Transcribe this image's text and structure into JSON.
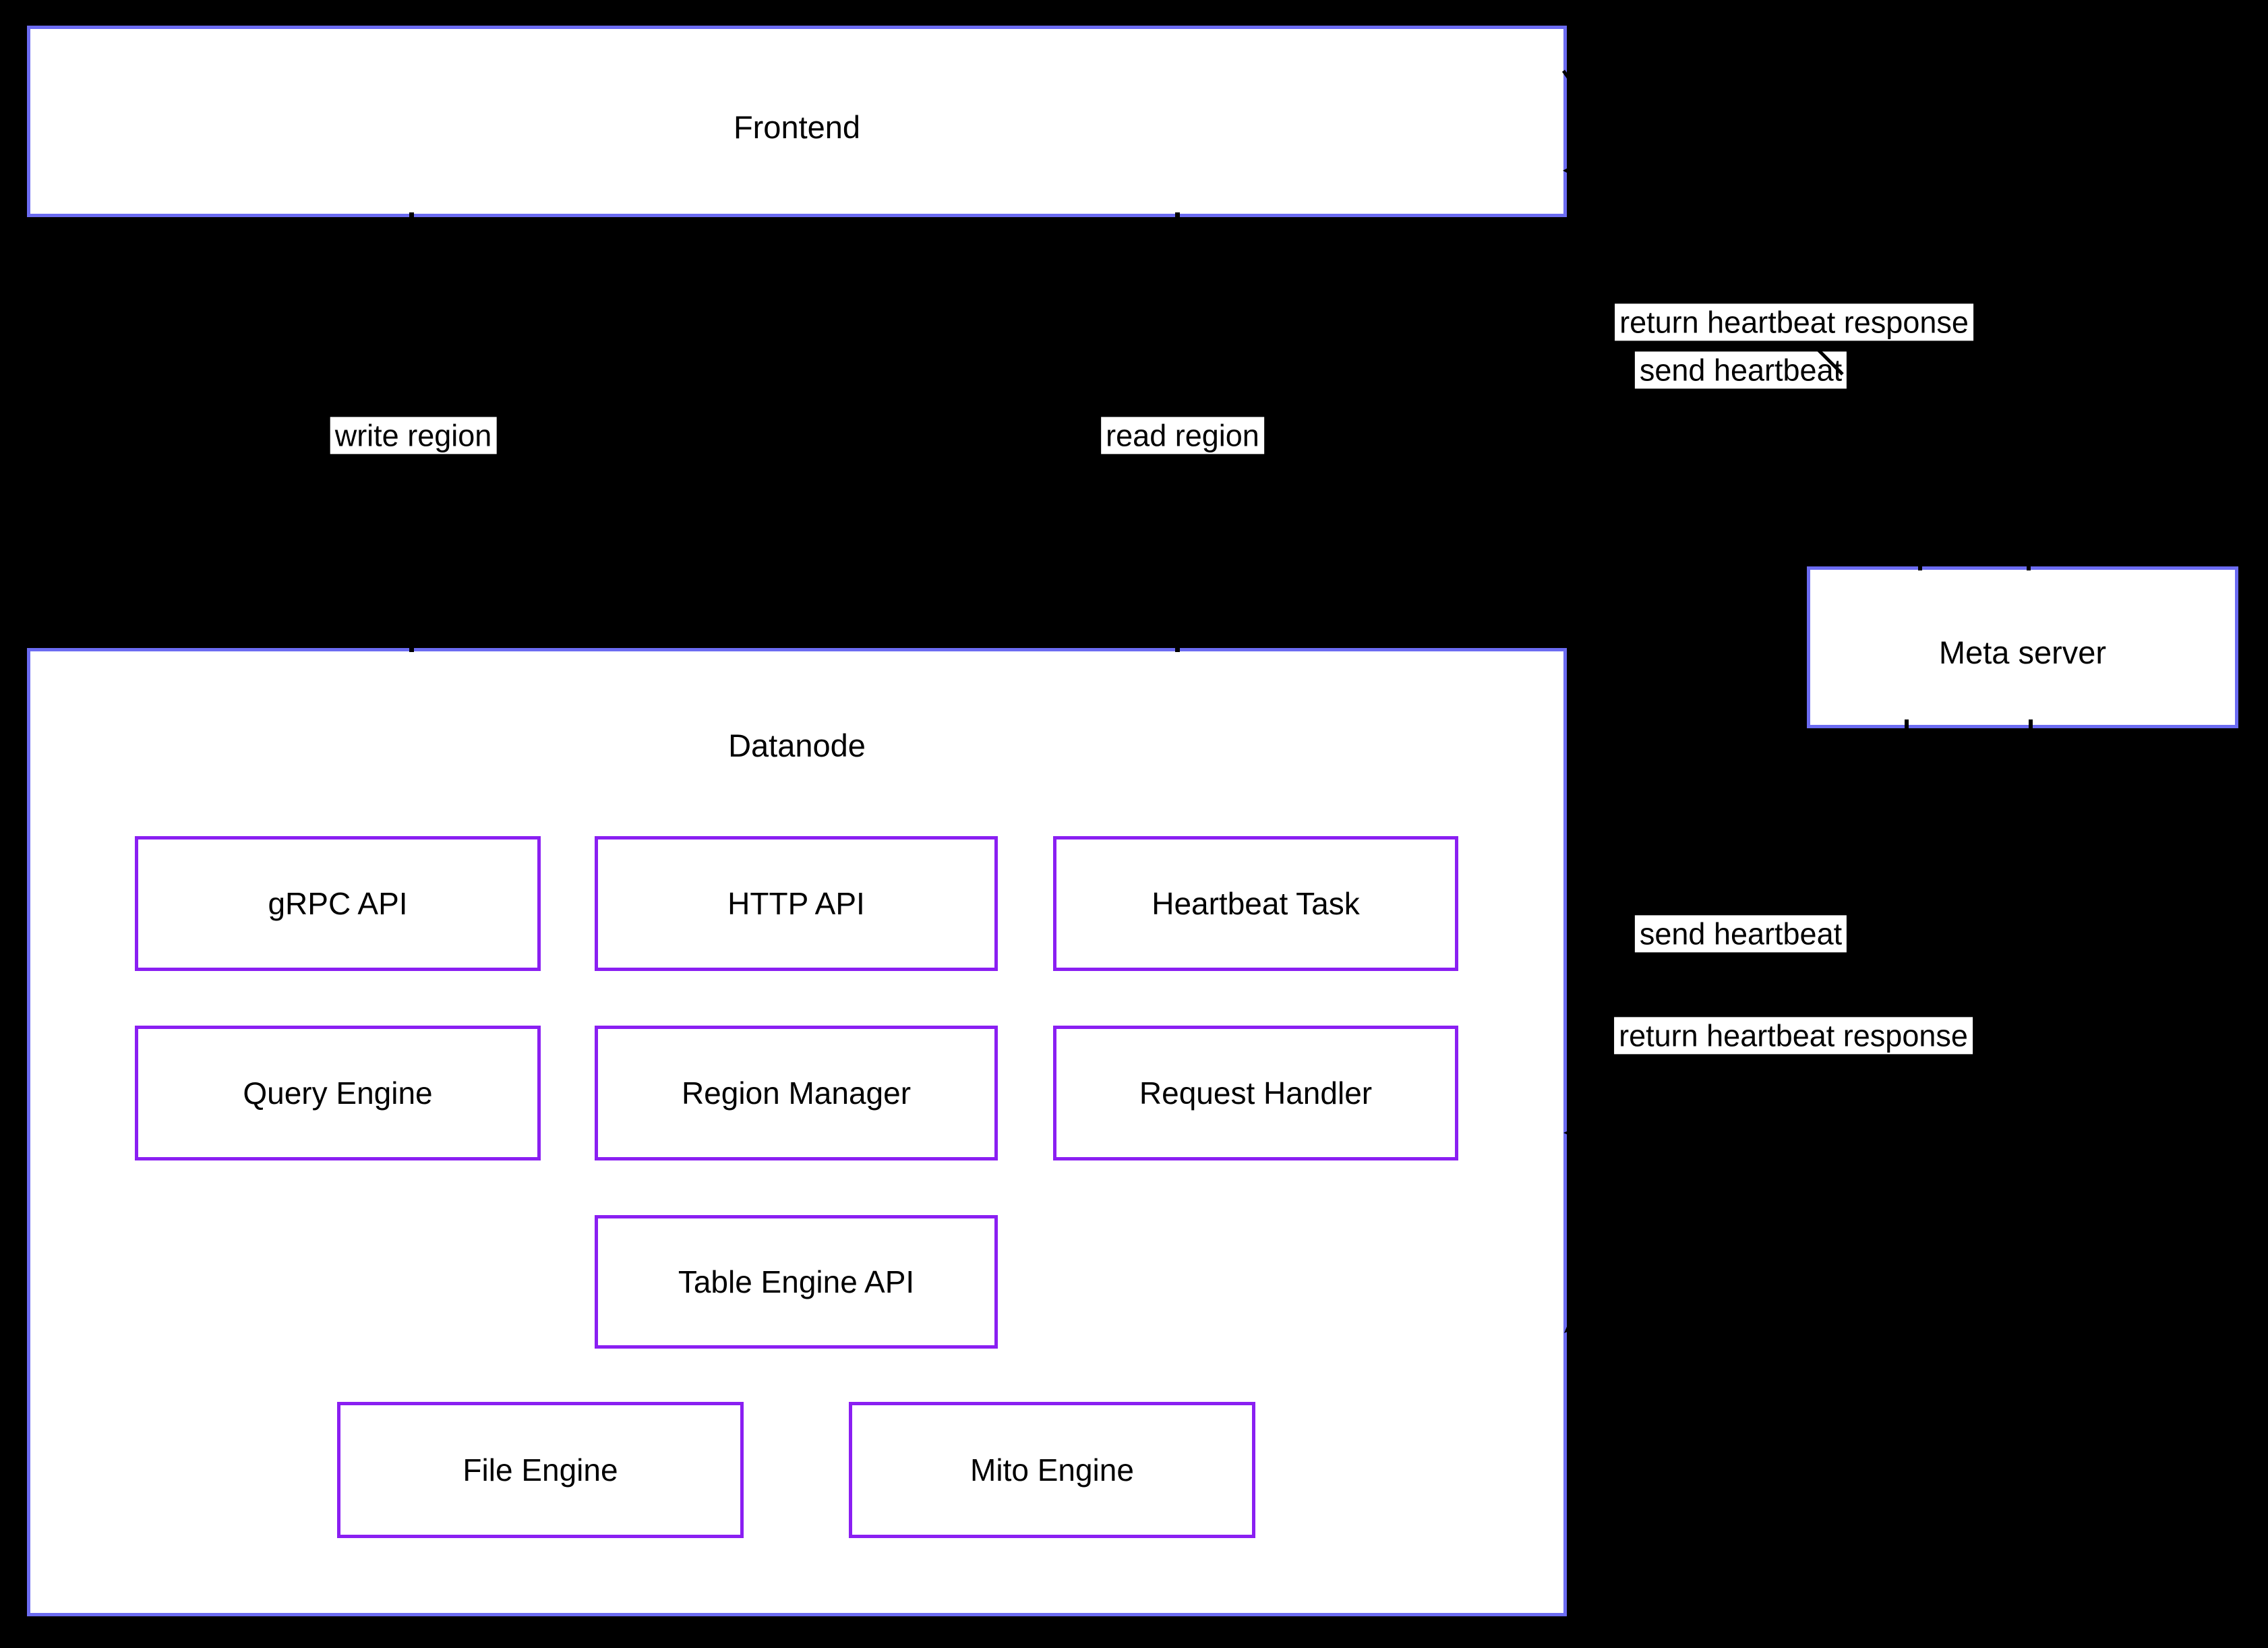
{
  "diagram": {
    "background": "#000000",
    "colors": {
      "cluster_border": "#6C6CF2",
      "component_border": "#8A1FF2",
      "node_fill": "#ffffff",
      "edge_label_bg": "#ffffff",
      "text": "#000000"
    },
    "frontend": {
      "title": "Frontend"
    },
    "datanode": {
      "title": "Datanode",
      "components": [
        {
          "label": "gRPC API"
        },
        {
          "label": "HTTP API"
        },
        {
          "label": "Heartbeat Task"
        },
        {
          "label": "Query Engine"
        },
        {
          "label": "Region Manager"
        },
        {
          "label": "Request Handler"
        },
        {
          "label": "Table Engine API"
        },
        {
          "label": "File Engine"
        },
        {
          "label": "Mito Engine"
        }
      ]
    },
    "meta_server": {
      "title": "Meta server"
    },
    "edge_labels": {
      "frontend_meta_return": "return heartbeat response",
      "frontend_meta_send": "send heartbeat",
      "write_region": "write region",
      "read_region": "read region",
      "datanode_meta_send": "send heartbeat",
      "datanode_meta_return": "return heartbeat response"
    }
  }
}
